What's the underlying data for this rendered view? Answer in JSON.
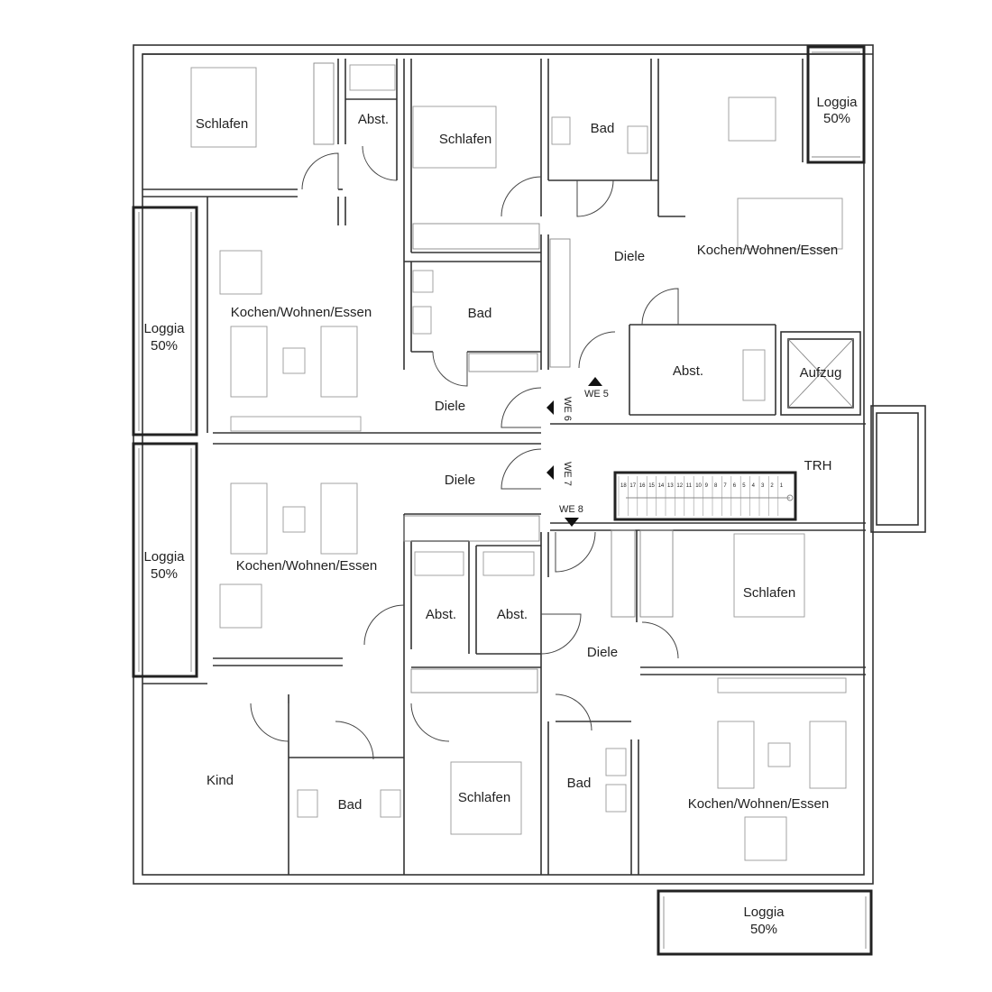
{
  "floorplan": {
    "rooms": [
      {
        "id": "r1",
        "label": "Schlafen"
      },
      {
        "id": "r2",
        "label": "Abst."
      },
      {
        "id": "r3",
        "label": "Schlafen"
      },
      {
        "id": "r4",
        "label": "Bad"
      },
      {
        "id": "r5",
        "label": "Loggia",
        "sub": "50%"
      },
      {
        "id": "r6",
        "label": "Kochen/Wohnen/Essen"
      },
      {
        "id": "r7",
        "label": "Kochen/Wohnen/Essen"
      },
      {
        "id": "r8",
        "label": "Diele"
      },
      {
        "id": "r9",
        "label": "Bad"
      },
      {
        "id": "r10",
        "label": "Loggia",
        "sub": "50%"
      },
      {
        "id": "r11",
        "label": "Abst."
      },
      {
        "id": "r12",
        "label": "Aufzug"
      },
      {
        "id": "r13",
        "label": "Diele"
      },
      {
        "id": "r14",
        "label": "Diele"
      },
      {
        "id": "r15",
        "label": "TRH"
      },
      {
        "id": "r16",
        "label": "Loggia",
        "sub": "50%"
      },
      {
        "id": "r17",
        "label": "Kochen/Wohnen/Essen"
      },
      {
        "id": "r18",
        "label": "Abst."
      },
      {
        "id": "r19",
        "label": "Abst."
      },
      {
        "id": "r20",
        "label": "Schlafen"
      },
      {
        "id": "r21",
        "label": "Diele"
      },
      {
        "id": "r22",
        "label": "Kind"
      },
      {
        "id": "r23",
        "label": "Bad"
      },
      {
        "id": "r24",
        "label": "Schlafen"
      },
      {
        "id": "r25",
        "label": "Bad"
      },
      {
        "id": "r26",
        "label": "Kochen/Wohnen/Essen"
      },
      {
        "id": "r27",
        "label": "Loggia",
        "sub": "50%"
      }
    ],
    "entrances": [
      "WE 5",
      "WE 6",
      "WE 7",
      "WE 8"
    ],
    "stair_steps": [
      "18",
      "17",
      "16",
      "15",
      "14",
      "13",
      "12",
      "11",
      "10",
      "9",
      "8",
      "7",
      "6",
      "5",
      "4",
      "3",
      "2",
      "1"
    ]
  }
}
